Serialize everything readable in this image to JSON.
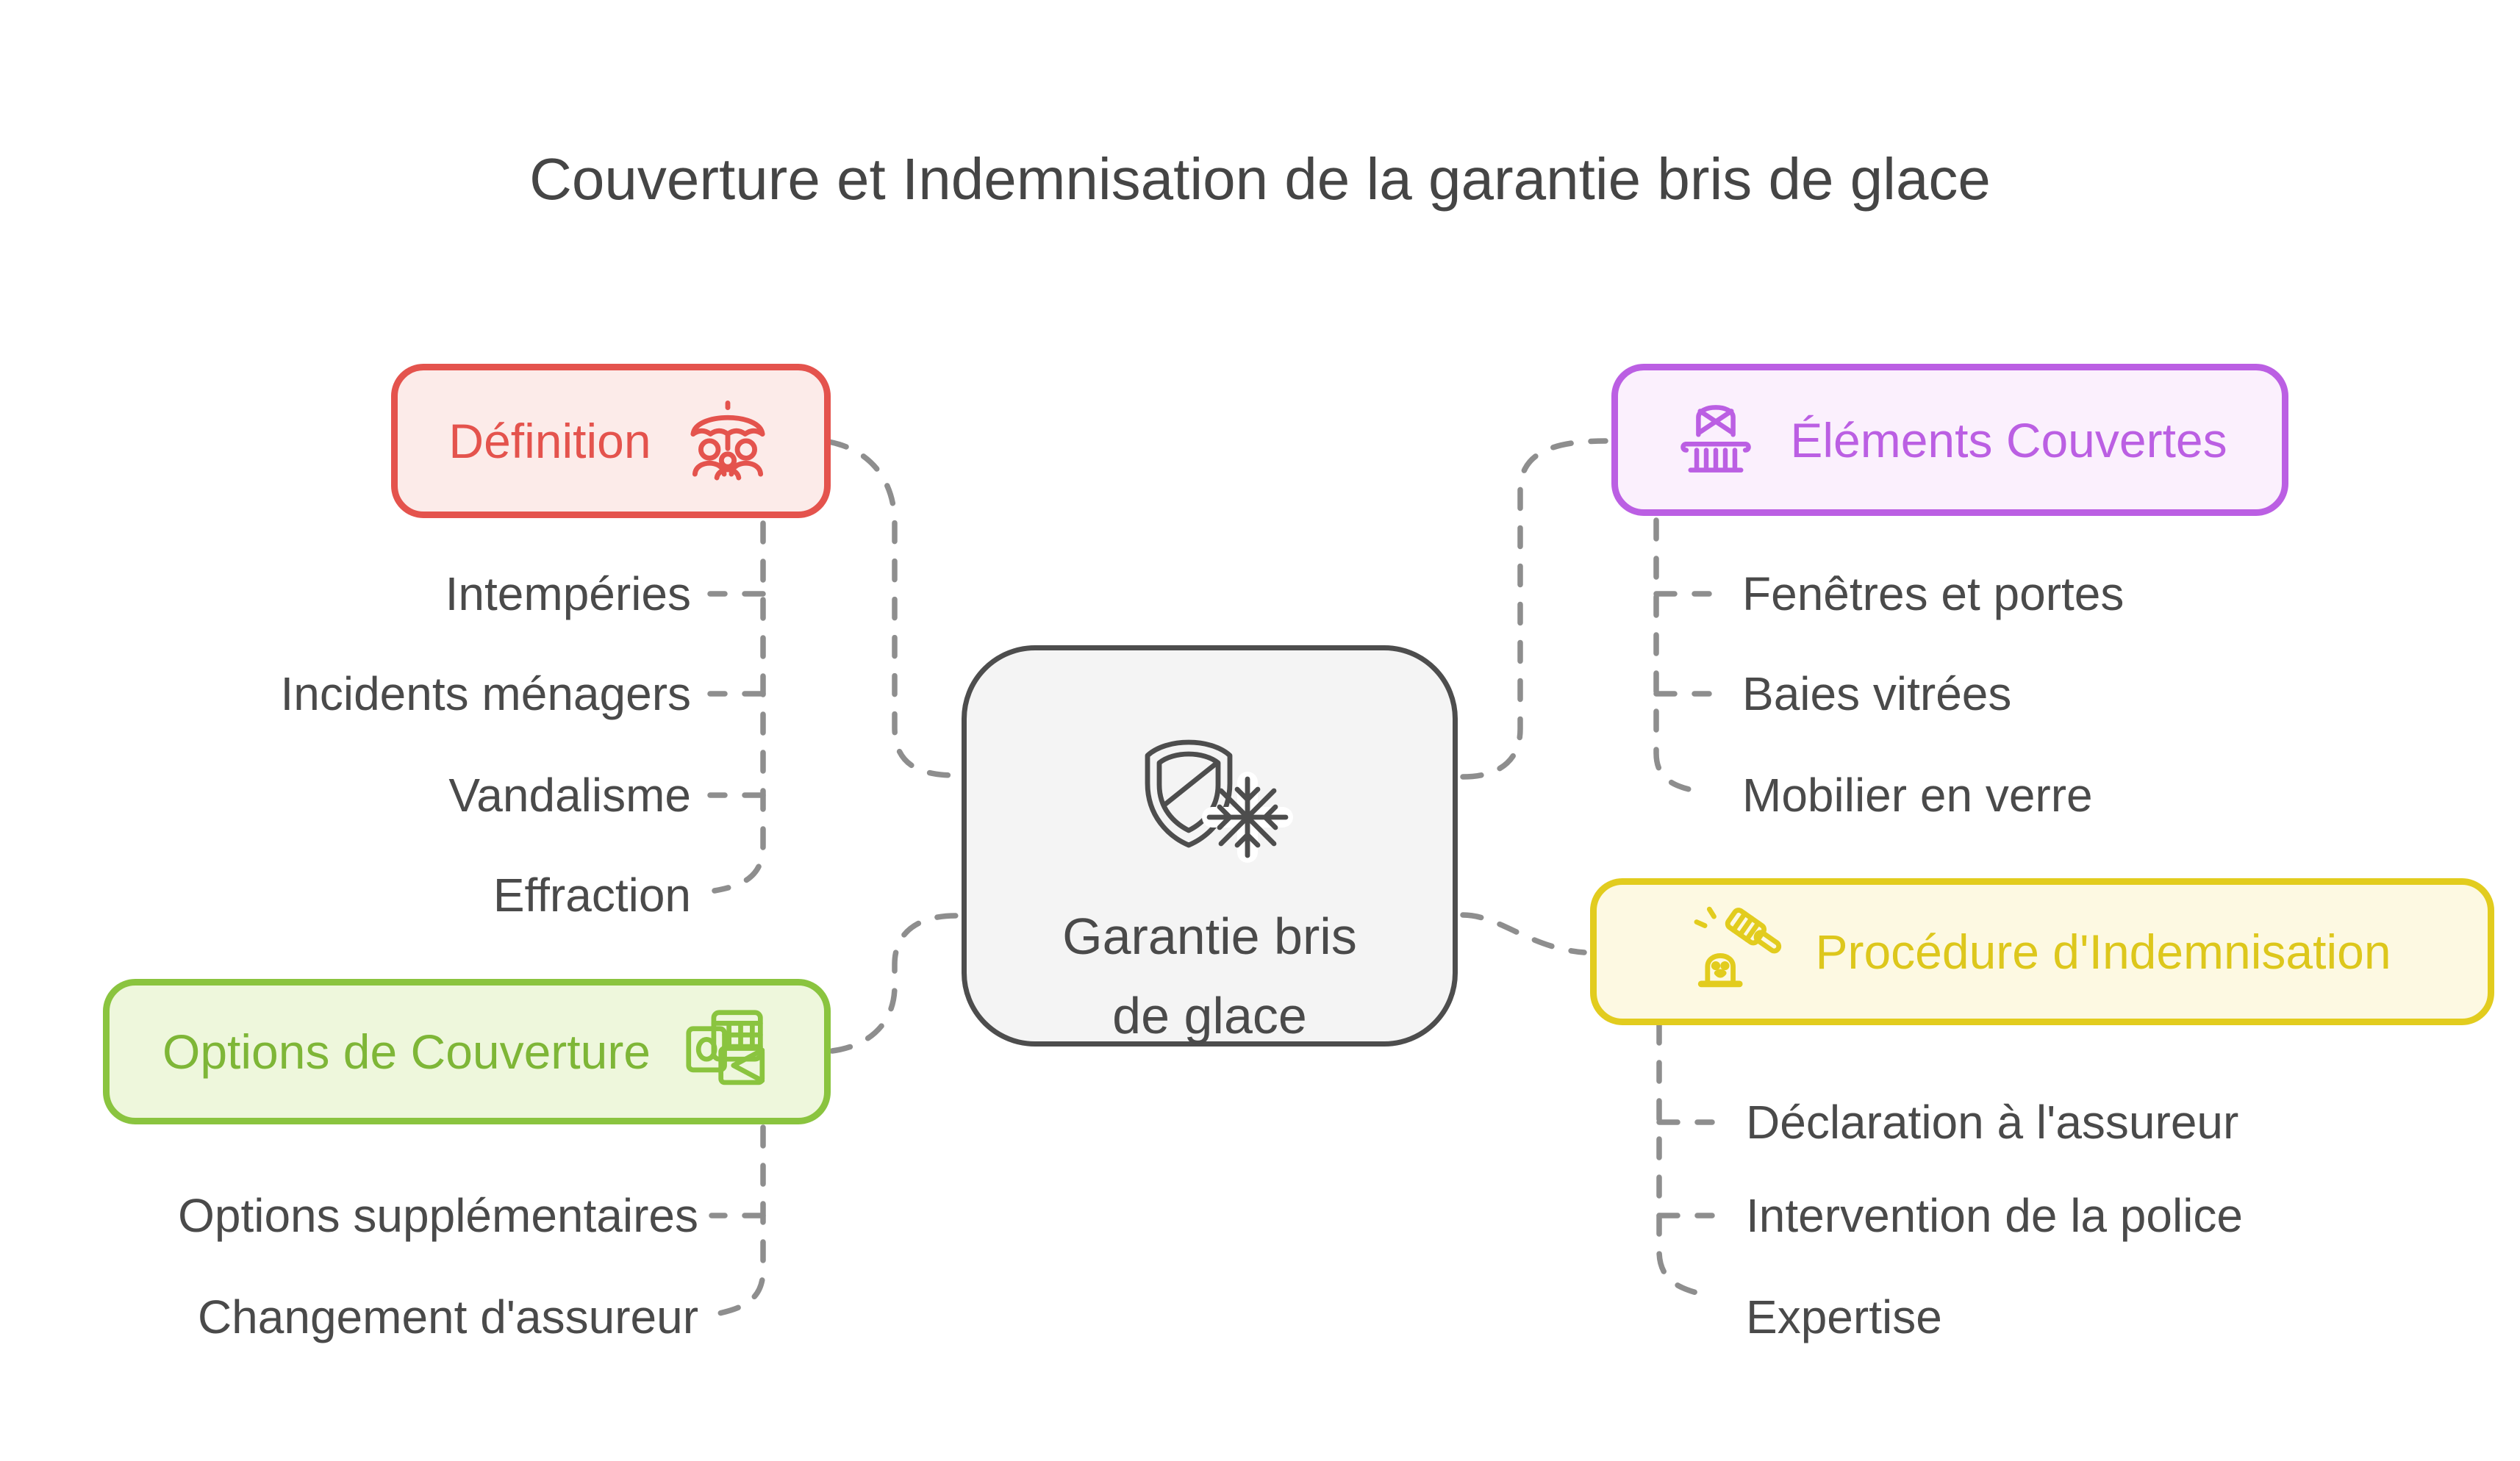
{
  "title": "Couverture et Indemnisation de la garantie bris de glace",
  "center": {
    "label_line1": "Garantie bris",
    "label_line2": "de glace",
    "icon": "shield-snowflake-icon"
  },
  "branches": {
    "definition": {
      "label": "Définition",
      "icon": "family-umbrella-icon",
      "accent_color": "#e4534d",
      "fill_color": "#fcebe9",
      "items": [
        "Intempéries",
        "Incidents ménagers",
        "Vandalisme",
        "Effraction"
      ]
    },
    "elements": {
      "label": "Éléments Couvertes",
      "icon": "arched-window-icon",
      "accent_color": "#bb5fe3",
      "fill_color": "#fbf0fd",
      "items": [
        "Fenêtres et portes",
        "Baies vitrées",
        "Mobilier en verre"
      ]
    },
    "options": {
      "label": "Options de Couverture",
      "icon": "calculator-mail-icon",
      "accent_color": "#8ac43f",
      "fill_color": "#eef7dc",
      "items": [
        "Options supplémentaires",
        "Changement d'assureur"
      ]
    },
    "procedure": {
      "label": "Procédure d'Indemnisation",
      "icon": "gavel-alarm-icon",
      "accent_color": "#e2cc1e",
      "fill_color": "#fdf9e2",
      "items": [
        "Déclaration à l'assureur",
        "Intervention de la police",
        "Expertise"
      ]
    }
  },
  "connector_color": "#8e8e8e",
  "text_color": "#4a4a4a",
  "node_border_color": "#4d4d4d",
  "node_fill_color": "#f4f4f4"
}
